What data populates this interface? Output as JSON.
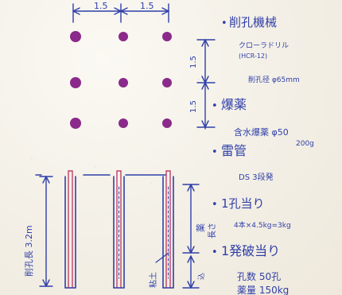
{
  "sketch": {
    "top_dimensions": [
      "1.5",
      "1.5"
    ],
    "side_dimensions": [
      "1.5",
      "1.5"
    ],
    "right_notes": [
      {
        "bullet": "•",
        "heading": "削孔機械",
        "lines": [
          "クローラドリル",
          "(HCR-12)",
          "削孔径 φ65mm"
        ]
      },
      {
        "bullet": "•",
        "heading": "爆薬",
        "lines": [
          "含水爆薬 φ50",
          "200g"
        ]
      },
      {
        "bullet": "•",
        "heading": "雷管",
        "lines": [
          "DS 3段発"
        ]
      },
      {
        "bullet": "•",
        "heading": "1孔当り",
        "lines": [
          "4本×4.5kg=3kg"
        ]
      },
      {
        "bullet": "•",
        "heading": "1発破当り",
        "lines": [
          "孔数 50孔",
          "薬量 150kg"
        ]
      }
    ],
    "section": {
      "depth_label": "削孔長 3.2m",
      "charge_label": "薬",
      "stem_label": "込",
      "tamping_label": "粘土",
      "bottom_label": "長さ"
    }
  },
  "colors": {
    "ink_blue": "#2f3fa8",
    "ink_red": "#c2406a",
    "dot_fill": "#8b2a8a",
    "paper": "#f3efe6"
  }
}
